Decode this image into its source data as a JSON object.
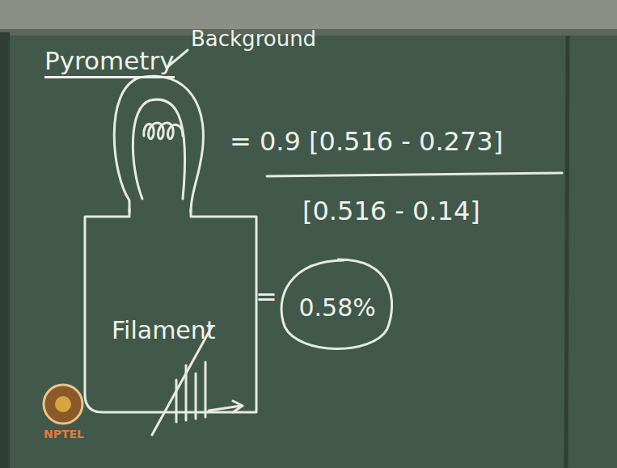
{
  "diagram": {
    "title": "Pyrometry",
    "nodes": [
      {
        "text": [
          "Filament"
        ]
      },
      {
        "text": [
          "0.58%"
        ]
      }
    ],
    "labels": [
      "Background",
      "= 0.9 [0.516 - 0.273]",
      "[0.516 - 0.14]",
      "=",
      "NPTEL"
    ]
  }
}
